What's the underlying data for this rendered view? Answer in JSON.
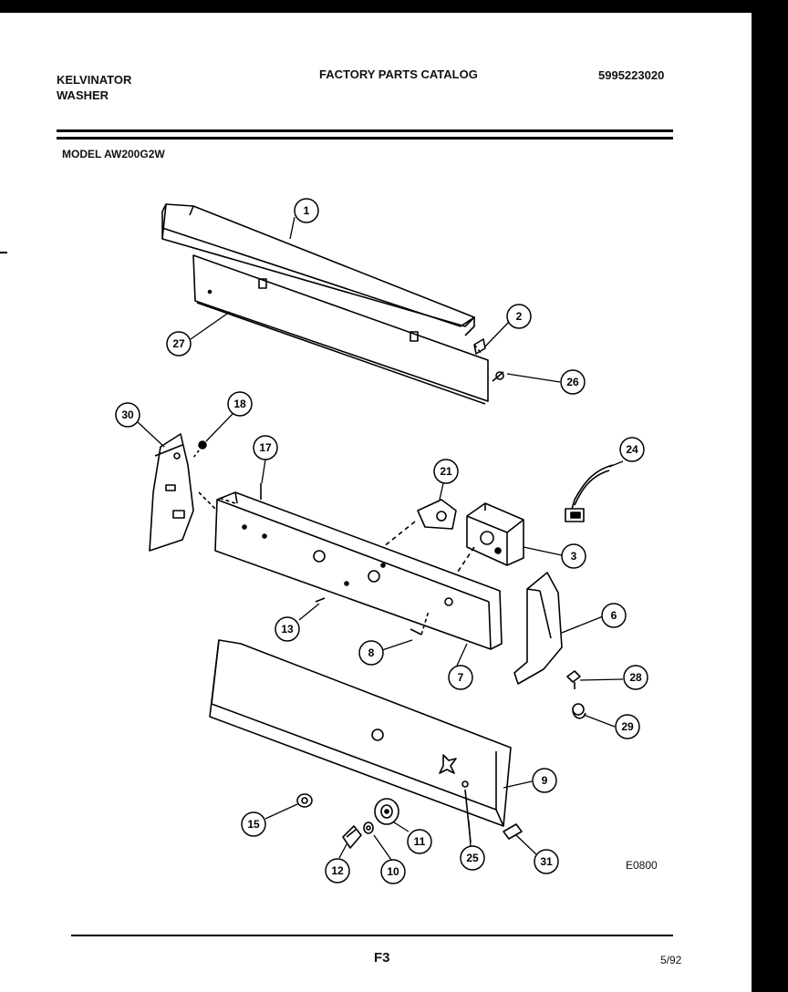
{
  "header": {
    "brand": "KELVINATOR",
    "product": "WASHER",
    "title": "FACTORY PARTS CATALOG",
    "catalog_number": "5995223020",
    "model": "MODEL AW200G2W"
  },
  "diagram": {
    "code": "E0800",
    "callouts": [
      "1",
      "2",
      "3",
      "6",
      "7",
      "8",
      "9",
      "10",
      "11",
      "12",
      "13",
      "15",
      "17",
      "18",
      "21",
      "24",
      "25",
      "26",
      "27",
      "28",
      "29",
      "30",
      "31"
    ]
  },
  "footer": {
    "page": "F3",
    "date": "5/92"
  }
}
